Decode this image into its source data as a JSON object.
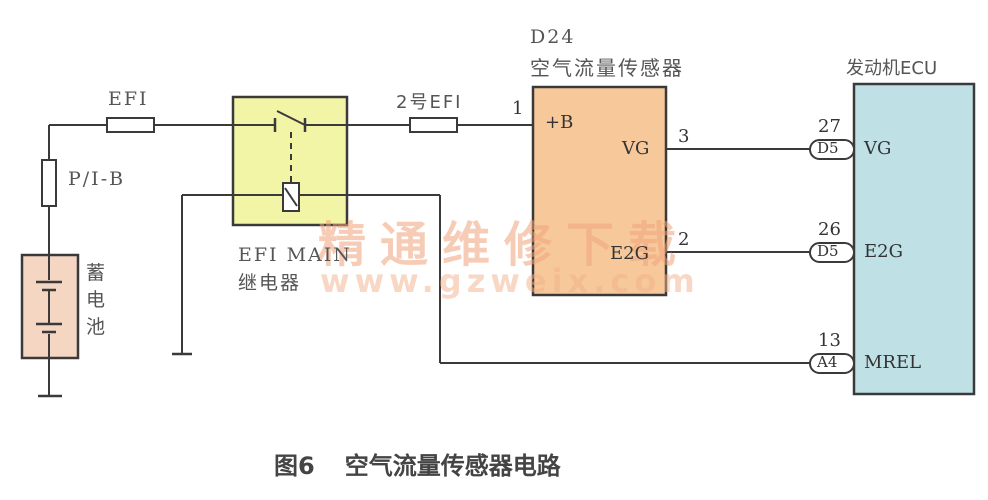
{
  "caption": {
    "figure": "图6",
    "title": "空气流量传感器电路"
  },
  "colors": {
    "wire": "#3a3a3a",
    "relay_fill": "#f3f5a6",
    "sensor_fill": "#f7c99a",
    "ecu_fill": "#bfe1e6",
    "battery_fill": "#f5d6c2",
    "watermark": "#f0a37c"
  },
  "battery": {
    "label_lines": [
      "蓄",
      "电",
      "池"
    ]
  },
  "fuses": {
    "efi": "EFI",
    "pib": "P/I-B",
    "efi2": "2号EFI"
  },
  "relay": {
    "name_line1": "EFI MAIN",
    "name_line2": "继电器"
  },
  "sensor": {
    "code": "D24",
    "name": "空气流量传感器",
    "pins": [
      {
        "num": "1",
        "name": "+B"
      },
      {
        "num": "3",
        "name": "VG"
      },
      {
        "num": "2",
        "name": "E2G"
      }
    ]
  },
  "ecu": {
    "name": "发动机ECU",
    "pins": [
      {
        "num": "27",
        "connector": "D5",
        "name": "VG"
      },
      {
        "num": "26",
        "connector": "D5",
        "name": "E2G"
      },
      {
        "num": "13",
        "connector": "A4",
        "name": "MREL"
      }
    ]
  },
  "watermark": {
    "line1": "精通维修下载",
    "line2": "www.gzweix.com"
  }
}
